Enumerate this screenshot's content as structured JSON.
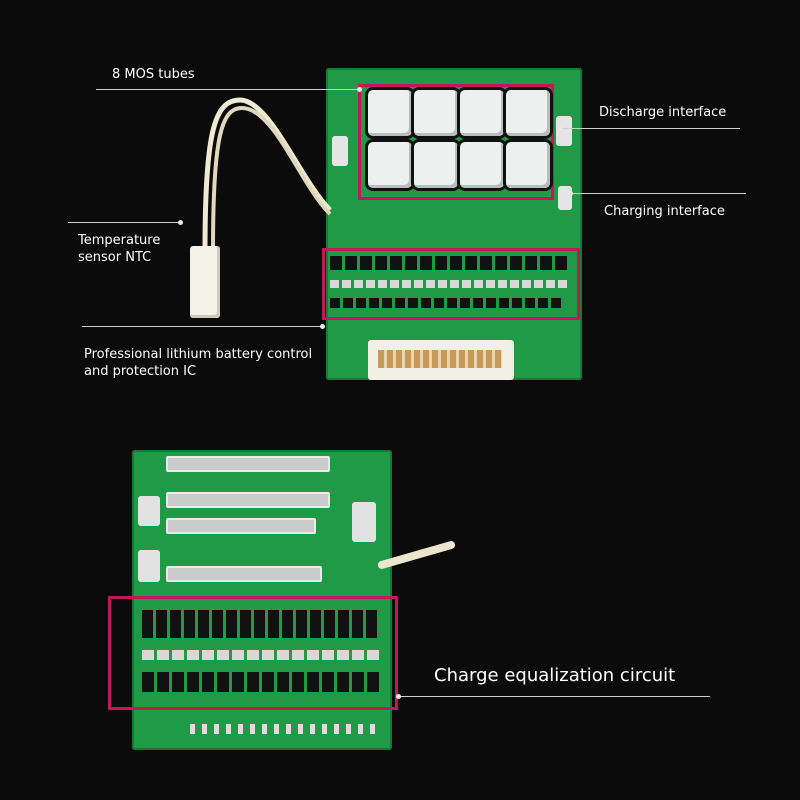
{
  "labels": {
    "mos": "8 MOS tubes",
    "discharge": "Discharge interface",
    "charging": "Charging interface",
    "temp_line1": "Temperature",
    "temp_line2": "sensor NTC",
    "ic_line1": "Professional lithium battery control",
    "ic_line2": "and protection IC",
    "equalization": "Charge equalization circuit"
  },
  "colors": {
    "background": "#0b0b0b",
    "pcb_green": "#1f9a47",
    "highlight": "#c2185b",
    "text": "#ffffff"
  }
}
